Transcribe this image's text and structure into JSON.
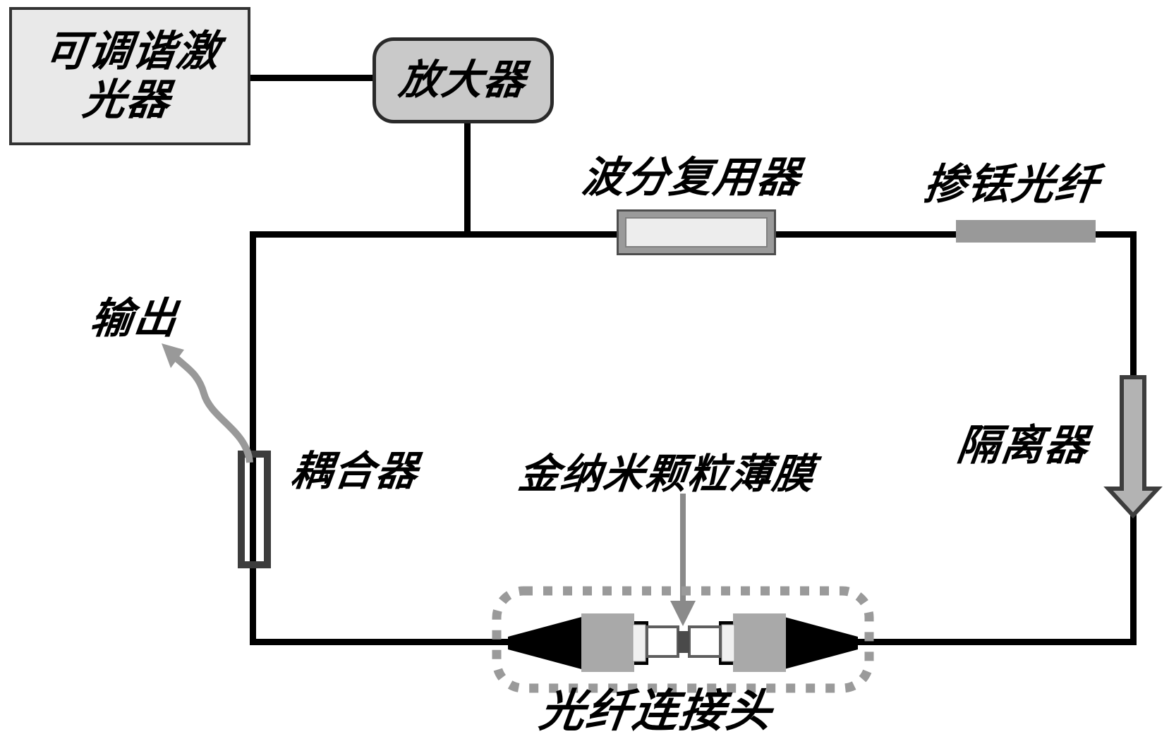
{
  "figure": {
    "background": "#ffffff",
    "line_color": "#000000",
    "nodes": {
      "tunable_laser": {
        "label": "可调谐激光器",
        "label_line1": "可调谐激",
        "label_line2": "光器",
        "fill": "#e9e9e9",
        "border": "#333333"
      },
      "amplifier": {
        "label": "放大器",
        "fill": "#c9c9c9",
        "border": "#2a2a2a"
      },
      "wdm": {
        "label": "波分复用器",
        "frame": "#9a9a9a",
        "fill": "#ededed"
      },
      "doped_fiber": {
        "label": "掺铥光纤",
        "fill": "#999999"
      },
      "isolator": {
        "label": "隔离器",
        "fill": "#b3b3b3",
        "border": "#3d3d3d"
      },
      "coupler": {
        "label": "耦合器",
        "fill": "#ffffff",
        "border": "#3d3d3d"
      },
      "output": {
        "label": "输出",
        "arrow_color": "#999999"
      },
      "gold_film": {
        "label": "金纳米颗粒薄膜",
        "arrow_color": "#8a8a8a"
      },
      "fiber_connector": {
        "label": "光纤连接头",
        "dash_color": "#9a9a9a",
        "block_fill": "#a9a9a9",
        "taper_fill": "#000000",
        "ferrule_fill": "#ffffff",
        "gap_fill": "#4a4a4a"
      }
    }
  }
}
